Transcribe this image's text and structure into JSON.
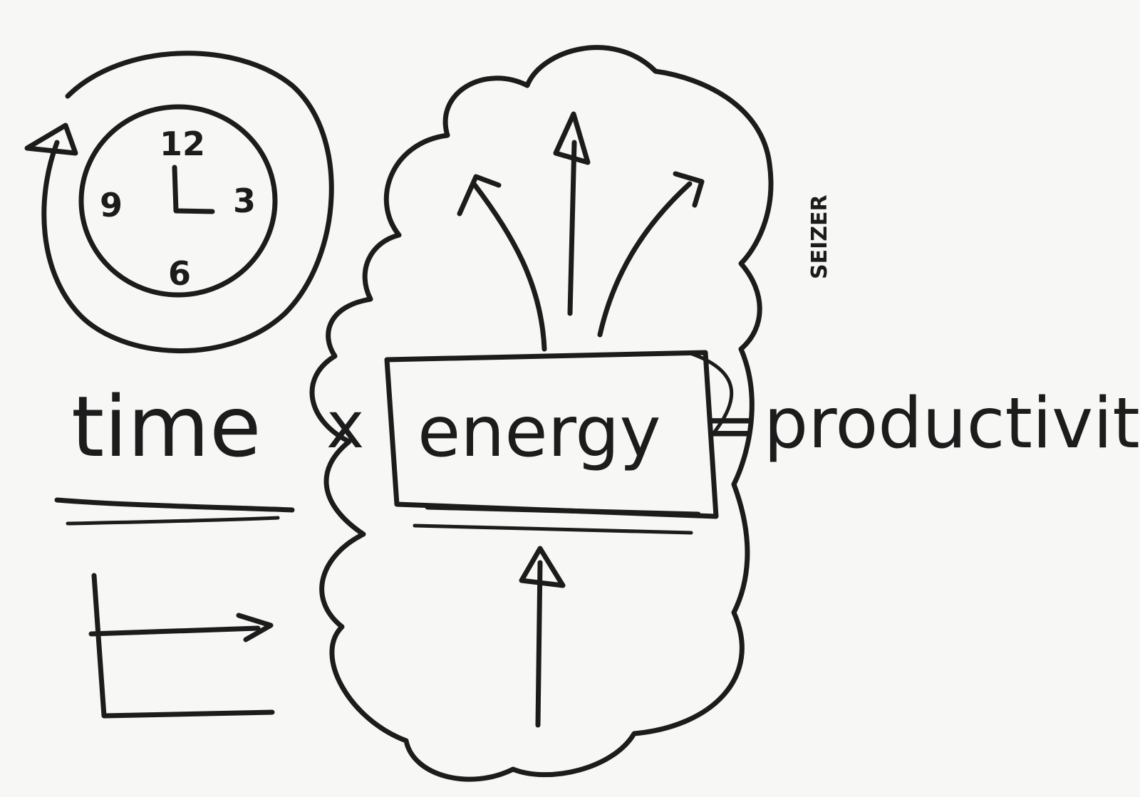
{
  "equation": {
    "term1": "time",
    "operator1": "x",
    "term2": "energy",
    "operator2": "=",
    "result": "productivity"
  },
  "clock": {
    "numerals": [
      "12",
      "3",
      "6",
      "9"
    ]
  },
  "signature": "SEIZER",
  "ink_color": "#1c1c1c",
  "paper_color": "#f7f7f5",
  "icons": [
    "clock-icon",
    "cloud-icon",
    "arrow-up-icon",
    "arrow-right-icon",
    "circular-arrow-icon"
  ]
}
